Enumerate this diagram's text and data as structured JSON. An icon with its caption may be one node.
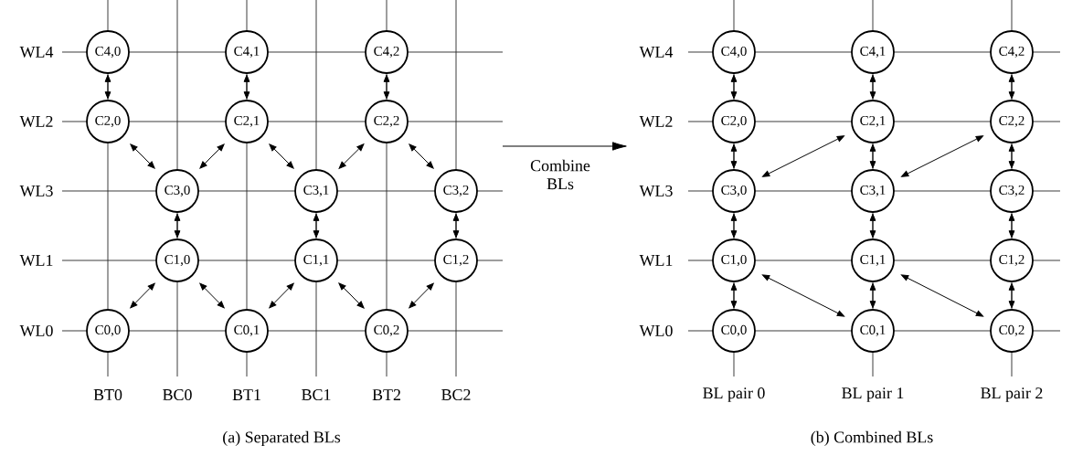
{
  "diagram": {
    "nodes": [
      {
        "text": [
          "C4,0"
        ]
      },
      {
        "text": [
          "C4,1"
        ]
      },
      {
        "text": [
          "C4,2"
        ]
      },
      {
        "text": [
          "C2,0"
        ]
      },
      {
        "text": [
          "C2,1"
        ]
      },
      {
        "text": [
          "C2,2"
        ]
      },
      {
        "text": [
          "C3,0"
        ]
      },
      {
        "text": [
          "C3,1"
        ]
      },
      {
        "text": [
          "C3,2"
        ]
      },
      {
        "text": [
          "C1,0"
        ]
      },
      {
        "text": [
          "C1,1"
        ]
      },
      {
        "text": [
          "C1,2"
        ]
      },
      {
        "text": [
          "C0,0"
        ]
      },
      {
        "text": [
          "C0,1"
        ]
      },
      {
        "text": [
          "C0,2"
        ]
      },
      {
        "text": [
          "C4,0"
        ]
      },
      {
        "text": [
          "C4,1"
        ]
      },
      {
        "text": [
          "C4,2"
        ]
      },
      {
        "text": [
          "C2,0"
        ]
      },
      {
        "text": [
          "C2,1"
        ]
      },
      {
        "text": [
          "C2,2"
        ]
      },
      {
        "text": [
          "C3,0"
        ]
      },
      {
        "text": [
          "C3,1"
        ]
      },
      {
        "text": [
          "C3,2"
        ]
      },
      {
        "text": [
          "C1,0"
        ]
      },
      {
        "text": [
          "C1,1"
        ]
      },
      {
        "text": [
          "C1,2"
        ]
      },
      {
        "text": [
          "C0,0"
        ]
      },
      {
        "text": [
          "C0,1"
        ]
      },
      {
        "text": [
          "C0,2"
        ]
      }
    ],
    "edges": [
      {
        "from": 0,
        "to": 3,
        "arrow": "both"
      },
      {
        "from": 1,
        "to": 4,
        "arrow": "both"
      },
      {
        "from": 2,
        "to": 5,
        "arrow": "both"
      },
      {
        "from": 3,
        "to": 6,
        "arrow": "both"
      },
      {
        "from": 6,
        "to": 4,
        "arrow": "both"
      },
      {
        "from": 4,
        "to": 7,
        "arrow": "both"
      },
      {
        "from": 7,
        "to": 5,
        "arrow": "both"
      },
      {
        "from": 5,
        "to": 8,
        "arrow": "both"
      },
      {
        "from": 6,
        "to": 9,
        "arrow": "both"
      },
      {
        "from": 7,
        "to": 10,
        "arrow": "both"
      },
      {
        "from": 8,
        "to": 11,
        "arrow": "both"
      },
      {
        "from": 9,
        "to": 12,
        "arrow": "both"
      },
      {
        "from": 9,
        "to": 13,
        "arrow": "both"
      },
      {
        "from": 10,
        "to": 13,
        "arrow": "both"
      },
      {
        "from": 10,
        "to": 14,
        "arrow": "both"
      },
      {
        "from": 11,
        "to": 14,
        "arrow": "both"
      },
      {
        "from": 15,
        "to": 18,
        "arrow": "both"
      },
      {
        "from": 16,
        "to": 19,
        "arrow": "both"
      },
      {
        "from": 17,
        "to": 20,
        "arrow": "both"
      },
      {
        "from": 21,
        "to": 19,
        "arrow": "both"
      },
      {
        "from": 22,
        "to": 20,
        "arrow": "both"
      },
      {
        "from": 18,
        "to": 21,
        "arrow": "both"
      },
      {
        "from": 19,
        "to": 22,
        "arrow": "both"
      },
      {
        "from": 20,
        "to": 23,
        "arrow": "both"
      },
      {
        "from": 21,
        "to": 24,
        "arrow": "both"
      },
      {
        "from": 22,
        "to": 25,
        "arrow": "both"
      },
      {
        "from": 23,
        "to": 26,
        "arrow": "both"
      },
      {
        "from": 24,
        "to": 28,
        "arrow": "both"
      },
      {
        "from": 25,
        "to": 29,
        "arrow": "both"
      },
      {
        "from": 24,
        "to": 27,
        "arrow": "both"
      },
      {
        "from": 25,
        "to": 28,
        "arrow": "both"
      },
      {
        "from": 26,
        "to": 29,
        "arrow": "both"
      }
    ],
    "labels": [
      "WL4",
      "WL2",
      "WL3",
      "WL1",
      "WL0",
      "BT0",
      "BC0",
      "BT1",
      "BC1",
      "BT2",
      "BC2",
      "(a) Separated BLs",
      "Combine BLs",
      "WL4",
      "WL2",
      "WL3",
      "WL1",
      "WL0",
      "BL pair 0",
      "BL pair 1",
      "BL pair 2",
      "(b) Combined BLs"
    ]
  }
}
